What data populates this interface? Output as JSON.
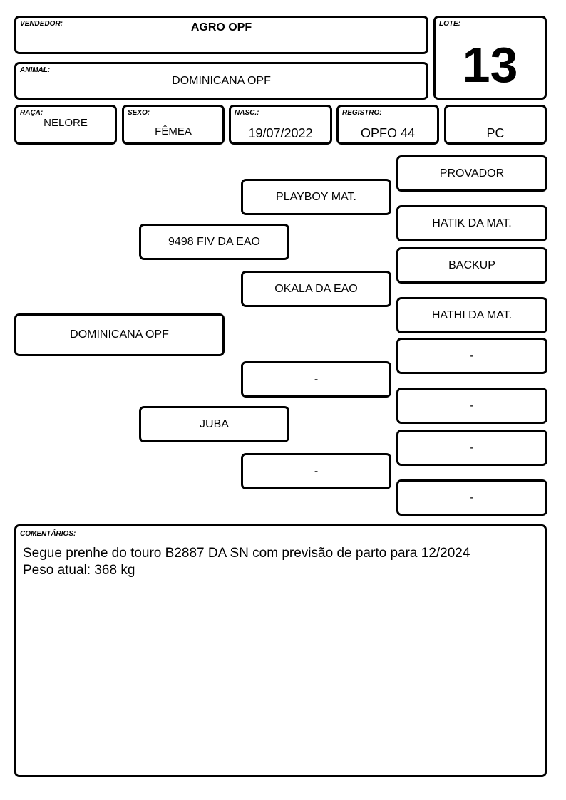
{
  "header": {
    "vendedor_label": "VENDEDOR:",
    "vendedor_value": "AGRO OPF",
    "lote_label": "LOTE:",
    "lote_value": "13",
    "animal_label": "ANIMAL:",
    "animal_value": "DOMINICANA OPF"
  },
  "info": {
    "raca_label": "RAÇA:",
    "raca_value": "NELORE",
    "sexo_label": "SEXO:",
    "sexo_value": "FÊMEA",
    "nasc_label": "NASC.:",
    "nasc_value": "19/07/2022",
    "registro_label": "REGISTRO:",
    "registro_value": "OPFO 44",
    "tipo_value": "PC"
  },
  "pedigree": {
    "animal": "DOMINICANA OPF",
    "sire": "9498 FIV DA EAO",
    "dam": "JUBA",
    "sire_sire": "PLAYBOY MAT.",
    "sire_dam": "OKALA DA EAO",
    "dam_sire": "-",
    "dam_dam": "-",
    "g3": [
      "PROVADOR",
      "HATIK DA MAT.",
      "BACKUP",
      "HATHI DA MAT.",
      "-",
      "-",
      "-",
      "-"
    ]
  },
  "comments": {
    "label": "COMENTÁRIOS:",
    "line1": "Segue prenhe do touro B2887 DA SN com previsão de parto para 12/2024",
    "line2": "Peso atual: 368 kg"
  }
}
